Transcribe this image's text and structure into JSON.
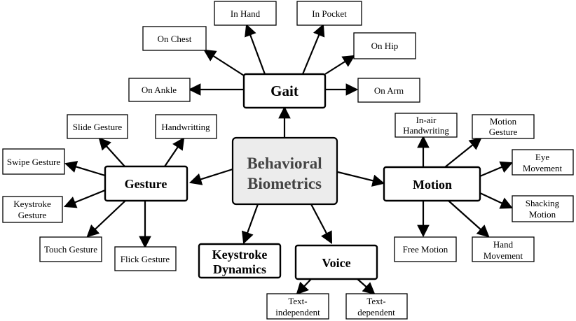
{
  "center": {
    "line1": "Behavioral",
    "line2": "Biometrics"
  },
  "gait": {
    "title": "Gait",
    "children": [
      "On Chest",
      "In Hand",
      "In Pocket",
      "On Hip",
      "On Ankle",
      "On Arm"
    ]
  },
  "gesture": {
    "title": "Gesture",
    "children": [
      "Slide Gesture",
      "Handwritting",
      "Swipe Gesture",
      [
        "Keystroke",
        "Gesture"
      ],
      "Touch Gesture",
      "Flick Gesture"
    ]
  },
  "motion": {
    "title": "Motion",
    "children": [
      [
        "In-air",
        "Handwriting"
      ],
      [
        "Motion",
        "Gesture"
      ],
      [
        "Eye",
        "Movement"
      ],
      [
        "Shacking",
        "Motion"
      ],
      "Free Motion",
      [
        "Hand",
        "Movement"
      ]
    ]
  },
  "keystroke": {
    "title": [
      "Keystroke",
      "Dynamics"
    ]
  },
  "voice": {
    "title": "Voice",
    "children": [
      [
        "Text-",
        "independent"
      ],
      [
        "Text-",
        "dependent"
      ]
    ]
  }
}
